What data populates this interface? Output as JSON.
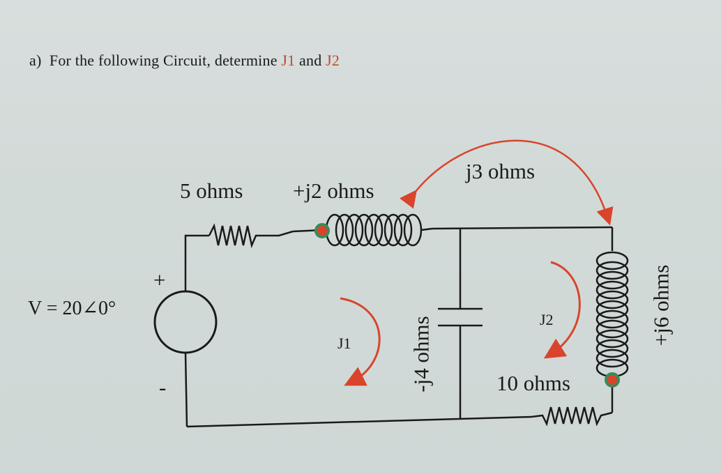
{
  "question": {
    "prefix": "a)",
    "text_before": "For the following Circuit, determine",
    "j1": "J1",
    "and": "and",
    "j2": "J2"
  },
  "circuit": {
    "source_label": "V = 20∠0°",
    "plus_sign": "+",
    "minus_sign": "-",
    "r1_label": "5 ohms",
    "l1_label": "+j2 ohms",
    "mutual_label": "j3 ohms",
    "cap_label": "-j4 ohms",
    "l2_label": "+j6 ohms",
    "r2_label": "10 ohms",
    "loop1_label": "J1",
    "loop2_label": "J2"
  },
  "colors": {
    "wire": "#1a1a1a",
    "arrow": "#d9442c",
    "dot_red": "#d9442c",
    "dot_green": "#3a8a5a"
  }
}
